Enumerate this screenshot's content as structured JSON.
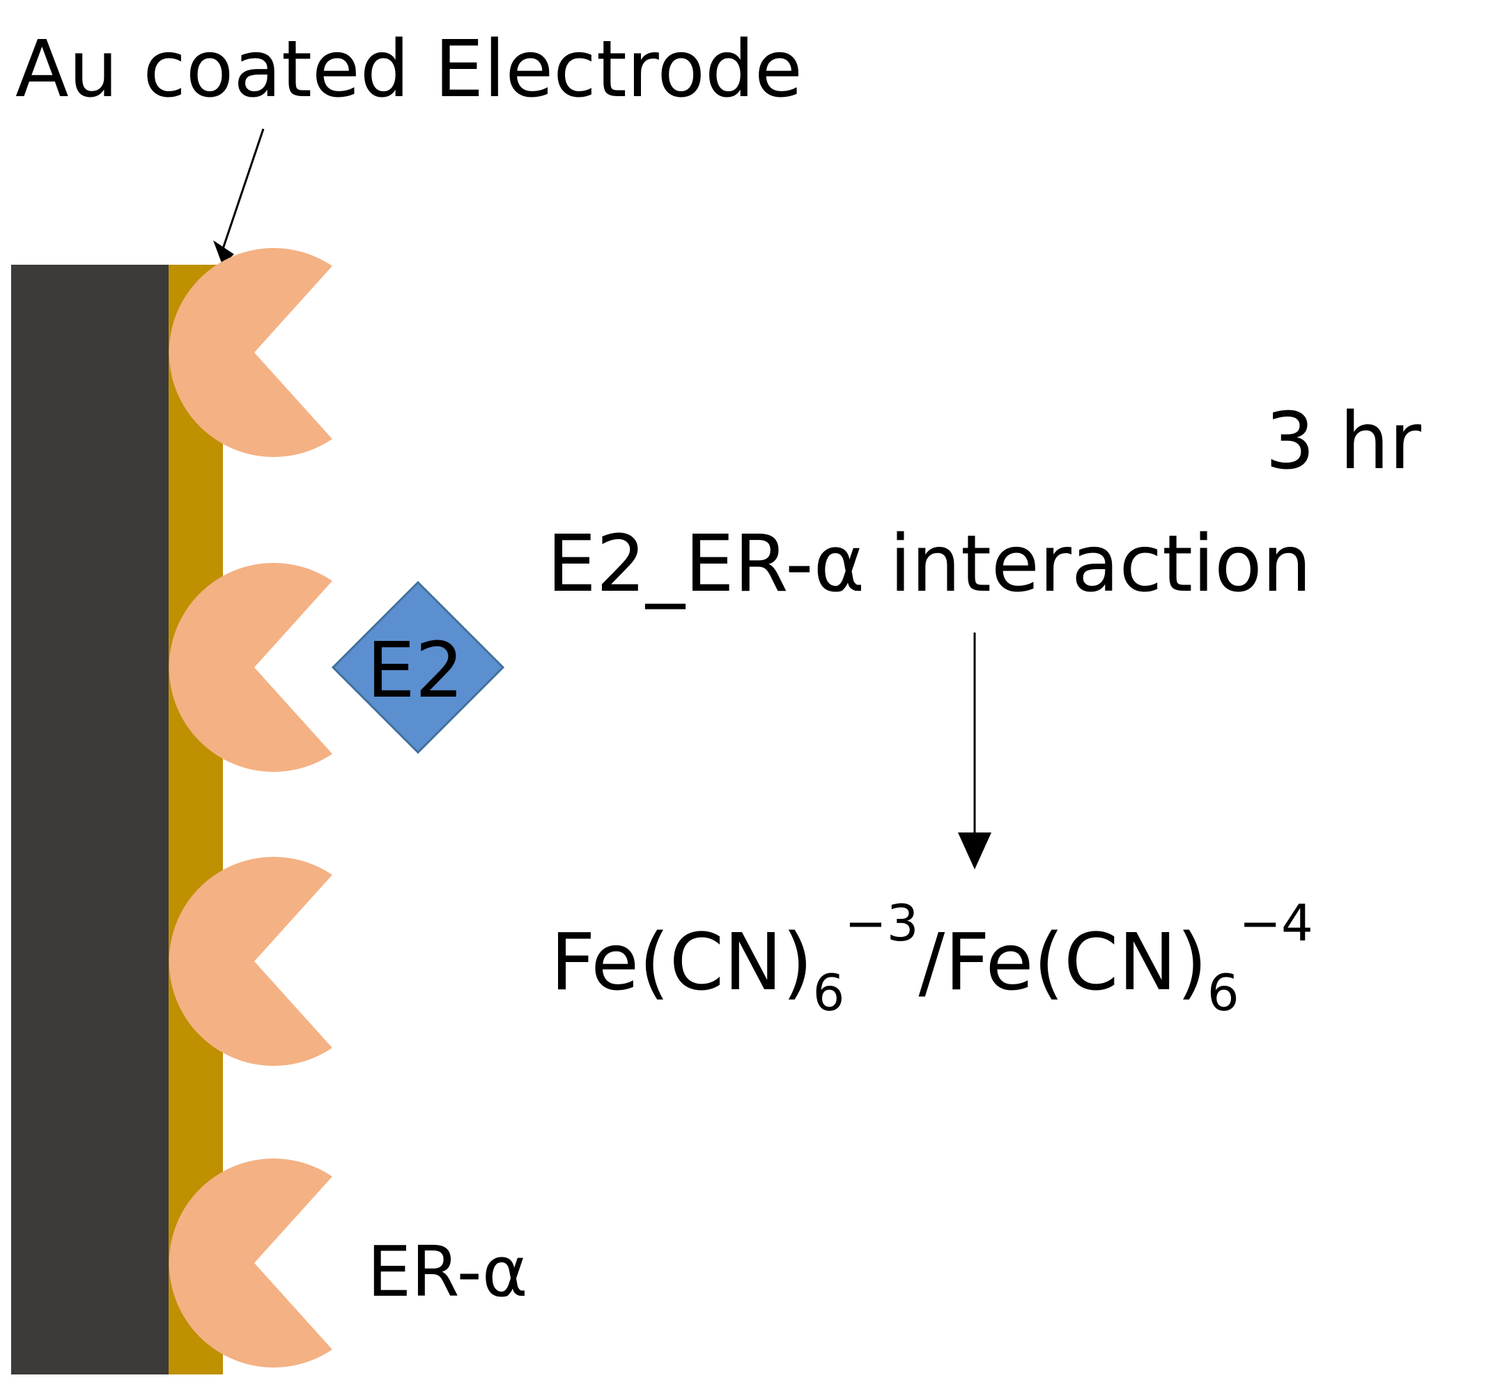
{
  "labels": {
    "electrode": "Au coated Electrode",
    "time": "3 hr",
    "interaction": "E2_ER-α interaction",
    "ligand": "E2",
    "receptor": "ER-α",
    "redox": {
      "base1": "Fe(CN)",
      "sub1": "6",
      "sup1": "−3",
      "slash": "/",
      "base2": "Fe(CN)",
      "sub2": "6",
      "sup2": "−4"
    }
  },
  "colors": {
    "electrode_body": "#3d3a3a",
    "gold_layer": "#bf9000",
    "receptor": "#f4b183",
    "ligand": "#5b8fd0",
    "ligand_border": "#41719c"
  }
}
